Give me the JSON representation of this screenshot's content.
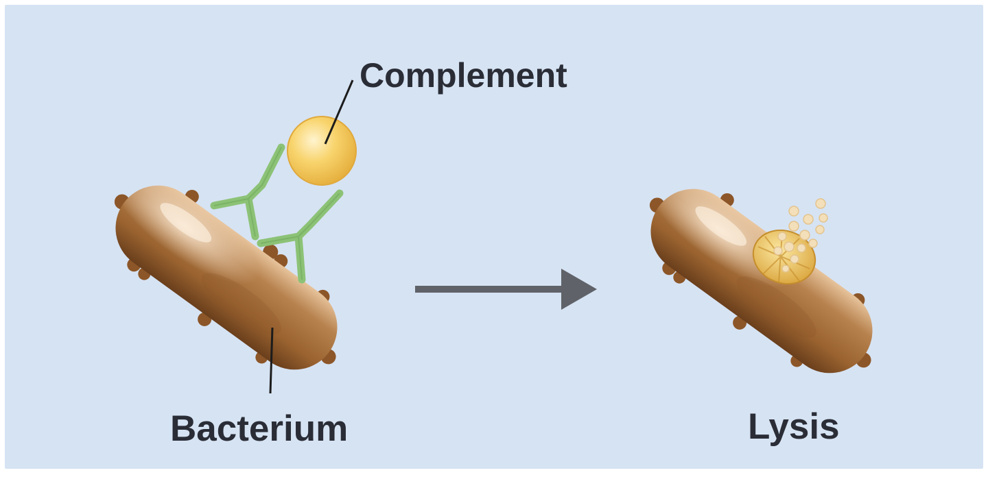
{
  "labels": {
    "complement": "Complement",
    "bacterium": "Bacterium",
    "lysis": "Lysis"
  },
  "colors": {
    "background": "#d6e3f3",
    "border": "#ffffff",
    "bacterium_base": "#a8713e",
    "bacterium_dark": "#6e4220",
    "bacterium_light": "#d9aa7b",
    "antibody": "#8cc276",
    "complement": "#f4c75a",
    "lysis_pore": "#ecc24e",
    "arrow": "#5f6268",
    "label_text": "#2a2d36",
    "leader_line": "#1c1c1c"
  }
}
